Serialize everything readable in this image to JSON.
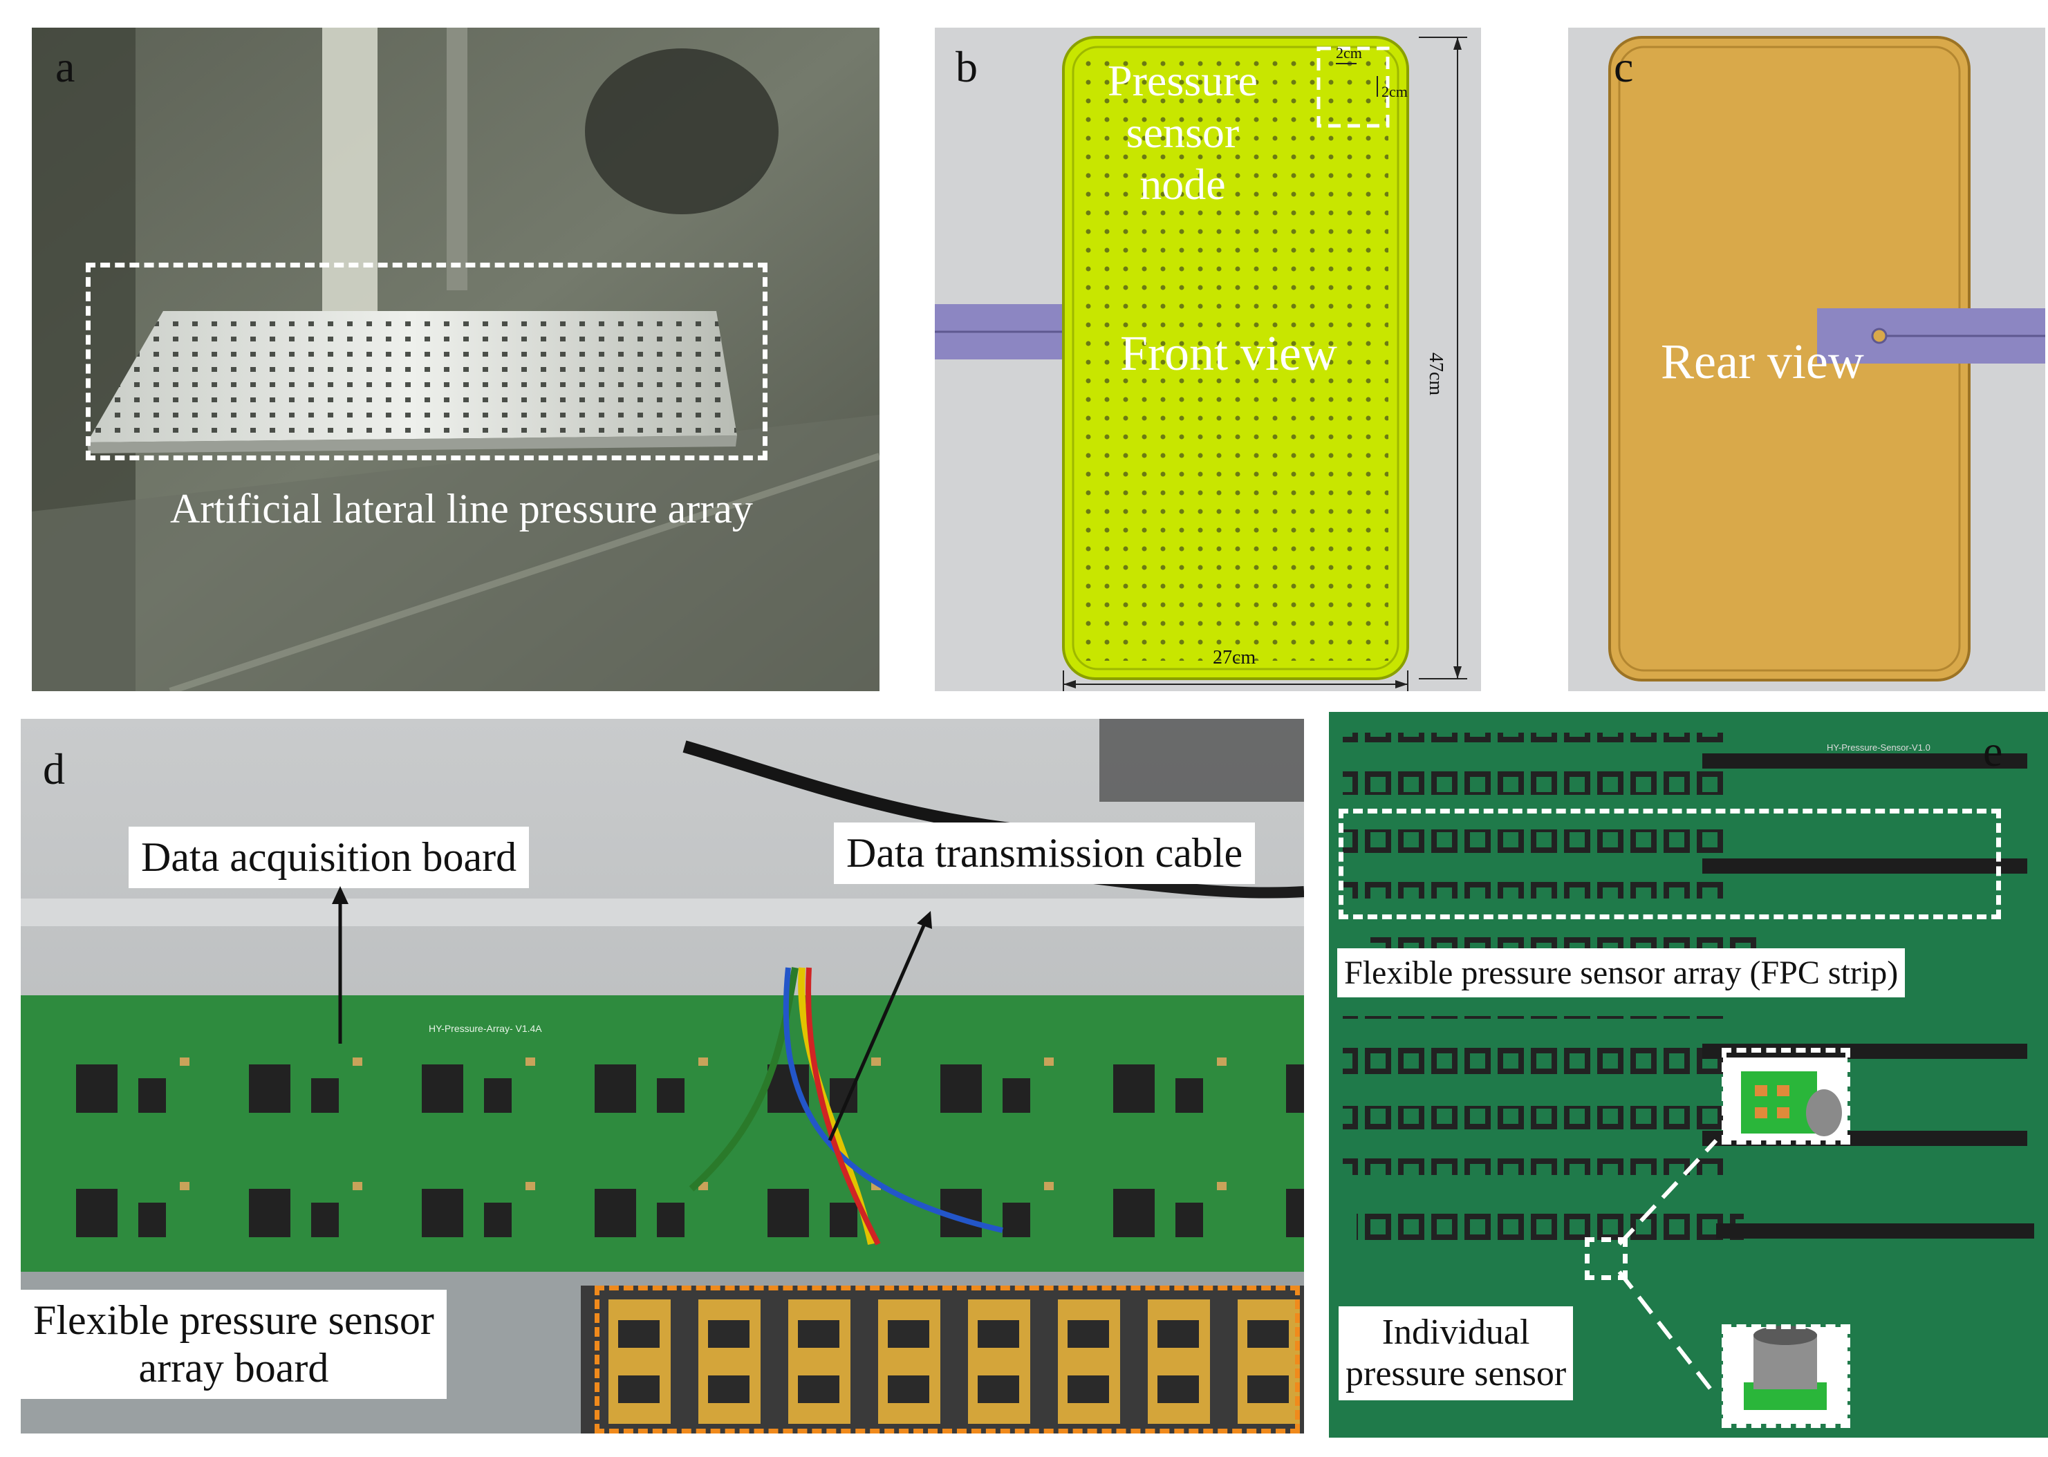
{
  "panels": {
    "a": {
      "letter": "a",
      "caption": "Artificial lateral line pressure array"
    },
    "b": {
      "letter": "b",
      "node_label": [
        "Pressure",
        "sensor",
        "node"
      ],
      "view_label": "Front view",
      "spacing_x": "2cm",
      "spacing_y": "2cm",
      "height_label": "47cm",
      "width_label": "27cm",
      "board_color": "#c8e600"
    },
    "c": {
      "letter": "c",
      "view_label": "Rear view",
      "board_color": "#d9a94a"
    },
    "d": {
      "letter": "d",
      "labels": {
        "daq": "Data acquisition board",
        "cable": "Data transmission cable",
        "flex_line1": "Flexible pressure sensor",
        "flex_line2": "array board"
      },
      "pcb_text": "HY-Pressure-Array- V1.4A"
    },
    "e": {
      "letter": "e",
      "labels": {
        "strip": "Flexible pressure sensor array (FPC strip)",
        "sensor_line1": "Individual",
        "sensor_line2": "pressure sensor"
      },
      "strip_text": "HY-Pressure-Sensor-V1.0"
    }
  }
}
